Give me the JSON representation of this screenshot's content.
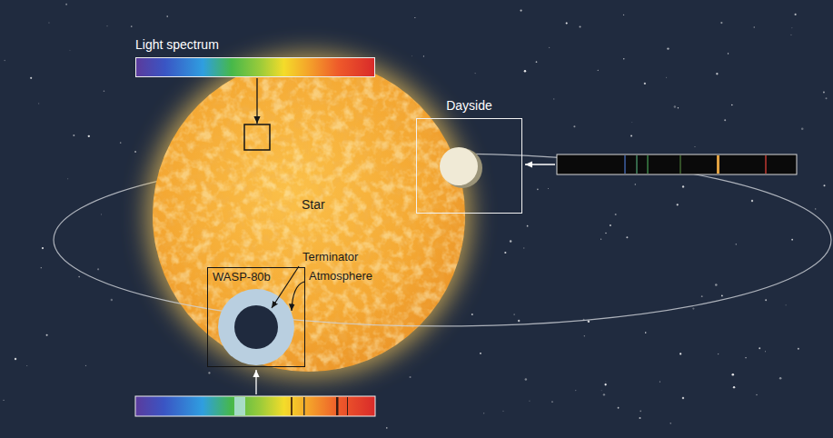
{
  "diagram": {
    "nodes": [
      {
        "text": [
          "Light spectrum"
        ]
      },
      {
        "text": [
          "Dayside"
        ]
      },
      {
        "text": [
          "Star"
        ]
      },
      {
        "text": [
          "WASP-80b"
        ]
      }
    ],
    "edges": [
      {
        "from": 0,
        "to": 2,
        "arrow": "to"
      }
    ],
    "labels": [
      "Terminator",
      "Atmosphere"
    ]
  }
}
